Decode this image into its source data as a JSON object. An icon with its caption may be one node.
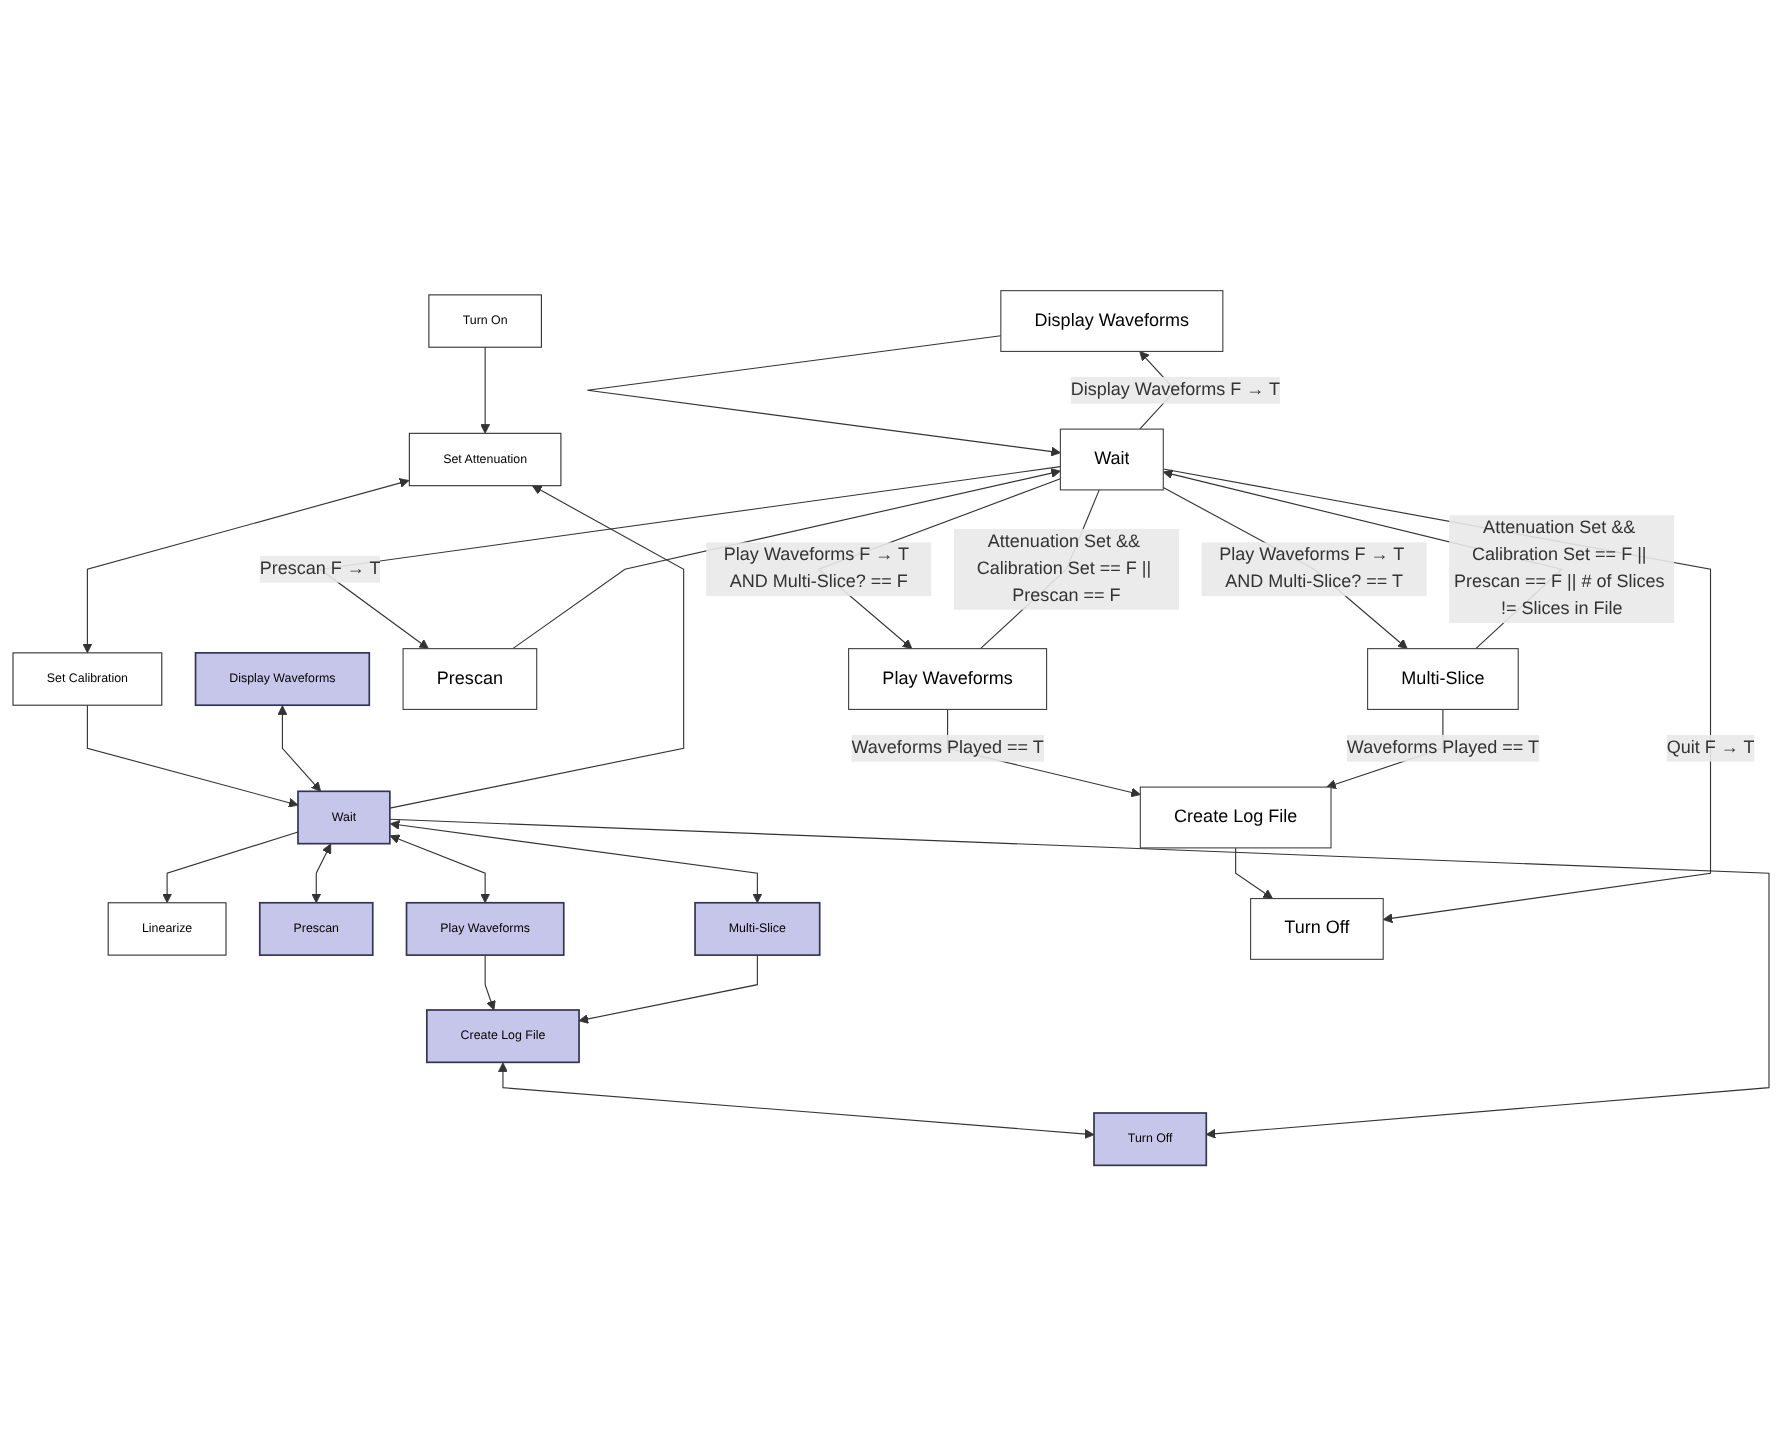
{
  "diagram": {
    "nodes": [
      {
        "text": [
          "Turn On"
        ]
      },
      {
        "text": [
          "Set Attenuation"
        ]
      },
      {
        "text": [
          "Set Calibration"
        ]
      },
      {
        "text": [
          "Display Waveforms"
        ]
      },
      {
        "text": [
          "Linearize"
        ]
      },
      {
        "text": [
          "Wait"
        ]
      },
      {
        "text": [
          "Prescan"
        ]
      },
      {
        "text": [
          "Play Waveforms"
        ]
      },
      {
        "text": [
          "Multi-Slice"
        ]
      },
      {
        "text": [
          "Create Log File"
        ]
      },
      {
        "text": [
          "Turn Off"
        ]
      },
      {
        "text": [
          "Display Waveforms"
        ]
      },
      {
        "text": [
          "Wait"
        ]
      },
      {
        "text": [
          "Prescan"
        ]
      },
      {
        "text": [
          "Play Waveforms"
        ]
      },
      {
        "text": [
          "Multi-Slice"
        ]
      },
      {
        "text": [
          "Create Log File"
        ]
      },
      {
        "text": [
          "Turn Off"
        ]
      }
    ],
    "edges": [
      {
        "from": 0,
        "to": 1,
        "arrow": "to"
      },
      {
        "from": 1,
        "to": 2,
        "arrow": "both"
      },
      {
        "from": 5,
        "to": 1,
        "arrow": "to"
      },
      {
        "from": 2,
        "to": 5,
        "arrow": "to"
      },
      {
        "from": 3,
        "to": 5,
        "arrow": "both"
      },
      {
        "from": 5,
        "to": 4,
        "arrow": "to"
      },
      {
        "from": 5,
        "to": 6,
        "arrow": "both"
      },
      {
        "from": 5,
        "to": 7,
        "arrow": "both"
      },
      {
        "from": 5,
        "to": 8,
        "arrow": "both"
      },
      {
        "from": 7,
        "to": 9,
        "arrow": "to"
      },
      {
        "from": 8,
        "to": 9,
        "arrow": "to"
      },
      {
        "from": 9,
        "to": 10,
        "arrow": "both"
      },
      {
        "from": 5,
        "to": 10,
        "arrow": "to"
      },
      {
        "from": 12,
        "to": 11,
        "arrow": "to",
        "label": "Display Waveforms F → T"
      },
      {
        "from": 11,
        "to": 12,
        "arrow": "to"
      },
      {
        "from": 12,
        "to": 13,
        "arrow": "to",
        "label": "Prescan F → T"
      },
      {
        "from": 13,
        "to": 12,
        "arrow": "to"
      },
      {
        "from": 14,
        "to": 12,
        "arrow": "none",
        "label": "Attenuation Set && Calibration Set == F || Prescan == F"
      },
      {
        "from": 12,
        "to": 14,
        "arrow": "to",
        "label": "Play Waveforms F → T AND Multi-Slice? == F"
      },
      {
        "from": 12,
        "to": 15,
        "arrow": "to",
        "label": "Play Waveforms F → T AND Multi-Slice? == T"
      },
      {
        "from": 15,
        "to": 12,
        "arrow": "to",
        "label": "Attenuation Set && Calibration Set == F || Prescan == F || # of Slices != Slices in File"
      },
      {
        "from": 14,
        "to": 16,
        "arrow": "to",
        "label": "Waveforms Played == T"
      },
      {
        "from": 15,
        "to": 16,
        "arrow": "to",
        "label": "Waveforms Played == T"
      },
      {
        "from": 16,
        "to": 17,
        "arrow": "to"
      },
      {
        "from": 12,
        "to": 17,
        "arrow": "to",
        "label": "Quit F → T"
      }
    ]
  }
}
